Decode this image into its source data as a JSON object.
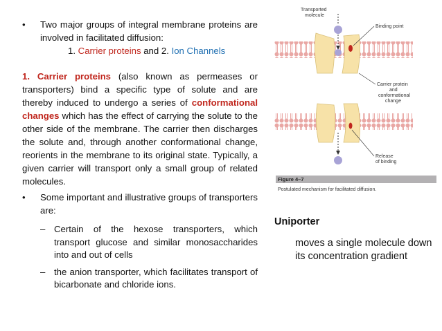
{
  "bullet1": {
    "text": "Two major groups of integral membrane proteins are involved in facilitated diffusion:",
    "item1_prefix": "1. ",
    "item1_red": "Carrier proteins",
    "item1_mid": " and 2. ",
    "item1_blue": "Ion Channels"
  },
  "para": {
    "lead": "1. Carrier proteins",
    "part1": " (also known as permeases or transporters) bind a specific type of solute and are thereby induced to undergo a series of ",
    "highlight": "conformational changes",
    "part2": " which has the effect of carrying the solute to the other side of the membrane. The carrier then discharges the solute and, through another conformational change, reorients in the membrane to its original state. Typically, a given carrier will transport only a small group of related molecules."
  },
  "bullet2": {
    "text": "Some important and illustrative groups of transporters are:",
    "sub1": "Certain of the hexose transporters, which transport glucose and similar monosaccharides into and out of cells",
    "sub2": "the anion transporter, which facilitates transport of bicarbonate and chloride ions."
  },
  "symbols": {
    "bullet": "•",
    "dash": "–"
  },
  "figure": {
    "label_transported": "Transported",
    "label_molecule": "molecule",
    "label_binding": "Binding point",
    "label_carrier1": "Carrier protein",
    "label_carrier2": "and",
    "label_carrier3": "conformational",
    "label_carrier4": "change",
    "label_release1": "Release",
    "label_release2": "of binding",
    "fig_number": "Figure 4–7",
    "caption": "Postulated mechanism for facilitated diffusion.",
    "colors": {
      "lipid": "#e9a7a4",
      "protein": "#f7e2a8",
      "molecule": "#a8a3d6",
      "binding": "#c0261d",
      "figbar": "#b3b1b3"
    }
  },
  "right": {
    "title": "Uniporter",
    "desc": "moves a single molecule down its concentration gradient"
  }
}
